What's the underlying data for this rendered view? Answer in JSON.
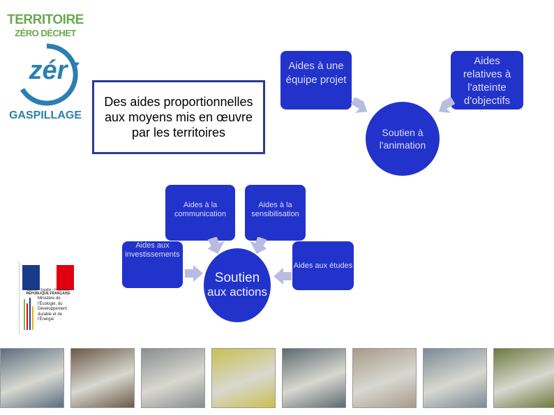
{
  "logo": {
    "line1": "TERRITOIRE",
    "line2": "ZÉRO DÉCHET",
    "mark": "zér",
    "line3": "GASPILLAGE"
  },
  "main_box": {
    "text": "Des aides proportionnelles aux moyens mis en œuvre par les territoires"
  },
  "boxes": {
    "equipe": "Aides à une équipe projet",
    "objectifs": "Aides relatives à l'atteinte d'objectifs",
    "communication": "Aides à la communication",
    "sensibilisation": "Aides à la sensibilisation",
    "investissements": "Aides aux investissements",
    "etudes": "Aides aux études"
  },
  "circles": {
    "animation": "Soutien à l'animation",
    "actions_line1": "Soutien",
    "actions_line2": "aux",
    "actions_line3": "actions"
  },
  "ministry": {
    "motto": "Liberté • Égalité • Fraternité",
    "country": "RÉPUBLIQUE FRANÇAISE",
    "name": "Ministère de l'Écologie, du Développement durable et de l'Énergie"
  },
  "colors": {
    "box_blue": "#2233cc",
    "border_navy": "#2b3a91",
    "arrow_fill": "#b9bce0"
  },
  "photos": [
    {
      "name": "tanks-photo",
      "color": "#5a6e80"
    },
    {
      "name": "compost-hands-photo",
      "color": "#6b5a48"
    },
    {
      "name": "bins-photo",
      "color": "#8a8d90"
    },
    {
      "name": "recycling-station-photo",
      "color": "#c8c050"
    },
    {
      "name": "industrial-site-photo",
      "color": "#5e6a70"
    },
    {
      "name": "street-photo",
      "color": "#a89a8a"
    },
    {
      "name": "workers-photo",
      "color": "#7a8a96"
    },
    {
      "name": "wooden-composter-photo",
      "color": "#6e7a3e"
    }
  ]
}
